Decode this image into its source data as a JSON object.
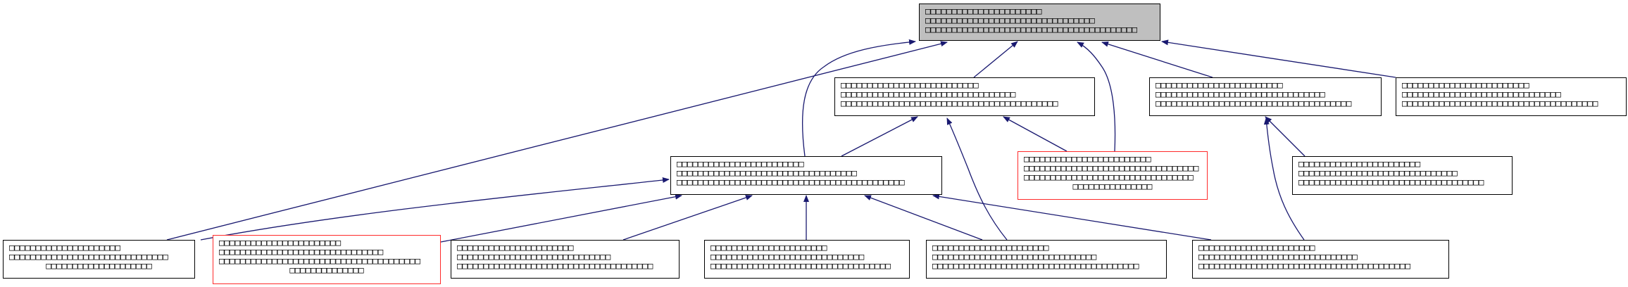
{
  "colors": {
    "edge": "#191970",
    "root_fill": "#bfbfbf",
    "highlight_border": "#ff2a2a",
    "border": "#000000"
  },
  "nodes": {
    "root": {
      "lines": [
        "□□□□□□□□□□□□□□□□□□□□□□",
        "□□□□□□□□□□□□□□□□□□□□□□□□□□□□□□□□",
        "□□□□□□□□□□□□□□□□□□□□□□□□□□□□□□□□□□□□□□□□"
      ]
    },
    "midA": {
      "lines": [
        "□□□□□□□□□□□□□□□□□□□□□□□□□□",
        "□□□□□□□□□□□□□□□□□□□□□□□□□□□□□□□□□",
        "□□□□□□□□□□□□□□□□□□□□□□□□□□□□□□□□□□□□□□□□□"
      ]
    },
    "midB": {
      "lines": [
        "□□□□□□□□□□□□□□□□□□□□□□□□",
        "□□□□□□□□□□□□□□□□□□□□□□□□□□□□□□□□",
        "□□□□□□□□□□□□□□□□□□□□□□□□□□□□□□□□□□□□□"
      ]
    },
    "farR": {
      "lines": [
        "□□□□□□□□□□□□□□□□□□□□□□□□",
        "□□□□□□□□□□□□□□□□□□□□□□□□□□□□□□",
        "□□□□□□□□□□□□□□□□□□□□□□□□□□□□□□□□□□□□□"
      ]
    },
    "center": {
      "lines": [
        "□□□□□□□□□□□□□□□□□□□□□□□□",
        "□□□□□□□□□□□□□□□□□□□□□□□□□□□□□□□□□□",
        "□□□□□□□□□□□□□□□□□□□□□□□□□□□□□□□□□□□□□□□□□□□"
      ]
    },
    "redMid": {
      "lines": [
        "□□□□□□□□□□□□□□□□□□□□□□□□",
        "□□□□□□□□□□□□□□□□□□□□□□□□□□□□□□□□□",
        "□□□□□□□□□□□□□□□□□□□□□□□□□□□□□□□□",
        "□□□□□□□□□□□□□□□"
      ]
    },
    "rightMid": {
      "lines": [
        "□□□□□□□□□□□□□□□□□□□□□□□",
        "□□□□□□□□□□□□□□□□□□□□□□□□□□□□□□",
        "□□□□□□□□□□□□□□□□□□□□□□□□□□□□□□□□□□□"
      ]
    },
    "botA": {
      "lines": [
        "□□□□□□□□□□□□□□□□□□□□□",
        "□□□□□□□□□□□□□□□□□□□□□□□□□□□□□□",
        "□□□□□□□□□□□□□□□□□□□□"
      ]
    },
    "botB": {
      "lines": [
        "□□□□□□□□□□□□□□□□□□□□□□□",
        "□□□□□□□□□□□□□□□□□□□□□□□□□□□□□□□",
        "□□□□□□□□□□□□□□□□□□□□□□□□□□□□□□□□□□□□□□",
        "□□□□□□□□□□□□□□"
      ]
    },
    "botC": {
      "lines": [
        "□□□□□□□□□□□□□□□□□□□□□□",
        "□□□□□□□□□□□□□□□□□□□□□□□□□□□□□",
        "□□□□□□□□□□□□□□□□□□□□□□□□□□□□□□□□□□□□□"
      ]
    },
    "botD": {
      "lines": [
        "□□□□□□□□□□□□□□□□□□□□□□",
        "□□□□□□□□□□□□□□□□□□□□□□□□□□□□□",
        "□□□□□□□□□□□□□□□□□□□□□□□□□□□□□□□□□□"
      ]
    },
    "botE": {
      "lines": [
        "□□□□□□□□□□□□□□□□□□□□□□",
        "□□□□□□□□□□□□□□□□□□□□□□□□□□□□□□□",
        "□□□□□□□□□□□□□□□□□□□□□□□□□□□□□□□□□□□□□□□"
      ]
    },
    "botF": {
      "lines": [
        "□□□□□□□□□□□□□□□□□□□□□□",
        "□□□□□□□□□□□□□□□□□□□□□□□□□□□□□□",
        "□□□□□□□□□□□□□□□□□□□□□□□□□□□□□□□□□□□□□□□□"
      ]
    }
  },
  "edges": [
    {
      "from": "center",
      "to": "root"
    },
    {
      "from": "botA",
      "to": "root"
    },
    {
      "from": "midA",
      "to": "root"
    },
    {
      "from": "redMid",
      "to": "root"
    },
    {
      "from": "midB",
      "to": "root"
    },
    {
      "from": "farR",
      "to": "root"
    },
    {
      "from": "center",
      "to": "midA"
    },
    {
      "from": "redMid",
      "to": "midA"
    },
    {
      "from": "botE",
      "to": "midA"
    },
    {
      "from": "botA",
      "to": "center"
    },
    {
      "from": "botB",
      "to": "center"
    },
    {
      "from": "botC",
      "to": "center"
    },
    {
      "from": "botD",
      "to": "center"
    },
    {
      "from": "botE",
      "to": "center"
    },
    {
      "from": "botF",
      "to": "center"
    },
    {
      "from": "rightMid",
      "to": "midB"
    },
    {
      "from": "botF",
      "to": "midB"
    }
  ]
}
